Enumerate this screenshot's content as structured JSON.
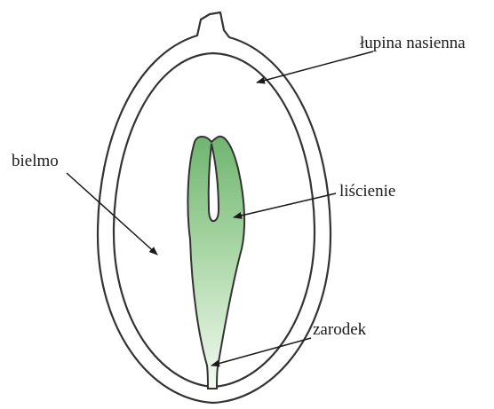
{
  "labels": {
    "seed_coat": "łupina nasienna",
    "endosperm": "bielmo",
    "cotyledons": "liścienie",
    "embryo": "zarodek"
  },
  "colors": {
    "outline": "#333333",
    "embryo_top": "#7fbf7f",
    "embryo_bottom": "#f4faf2",
    "background": "#ffffff"
  }
}
